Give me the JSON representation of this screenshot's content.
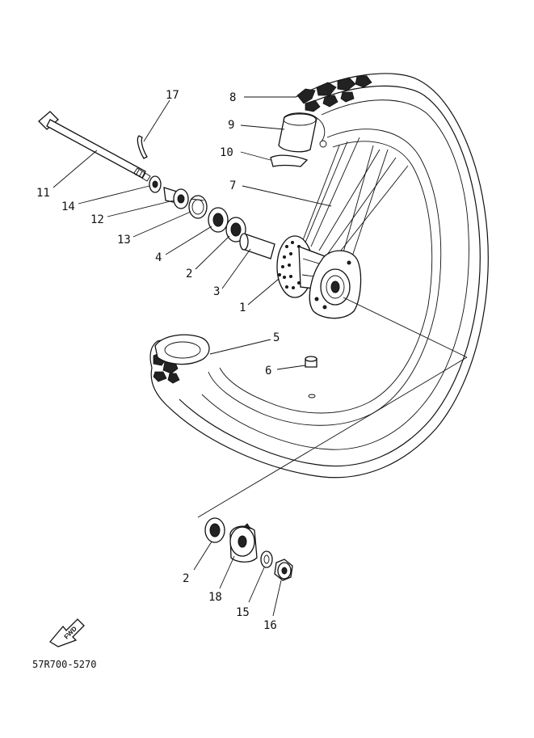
{
  "diagram": {
    "code": "57R700-5270",
    "fwd_label": "FWD",
    "callouts": {
      "p1": "1",
      "p2a": "2",
      "p2b": "2",
      "p3": "3",
      "p4": "4",
      "p5": "5",
      "p6": "6",
      "p7": "7",
      "p8": "8",
      "p9": "9",
      "p10": "10",
      "p11": "11",
      "p12": "12",
      "p13": "13",
      "p14": "14",
      "p15": "15",
      "p16": "16",
      "p17": "17",
      "p18": "18"
    }
  }
}
